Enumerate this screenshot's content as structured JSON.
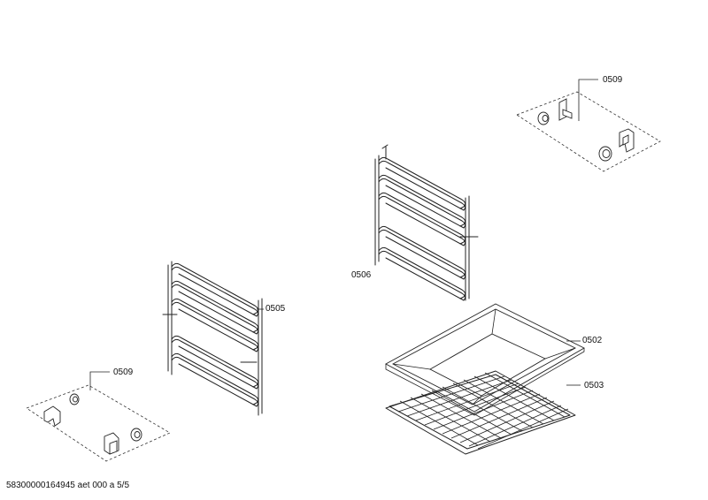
{
  "parts": {
    "clips_top": "0509",
    "rack_right": "0506",
    "rack_left": "0505",
    "pan": "0502",
    "grid": "0503",
    "clips_bottom": "0509"
  },
  "footer": "58300000164945 aet 000 a 5/5"
}
